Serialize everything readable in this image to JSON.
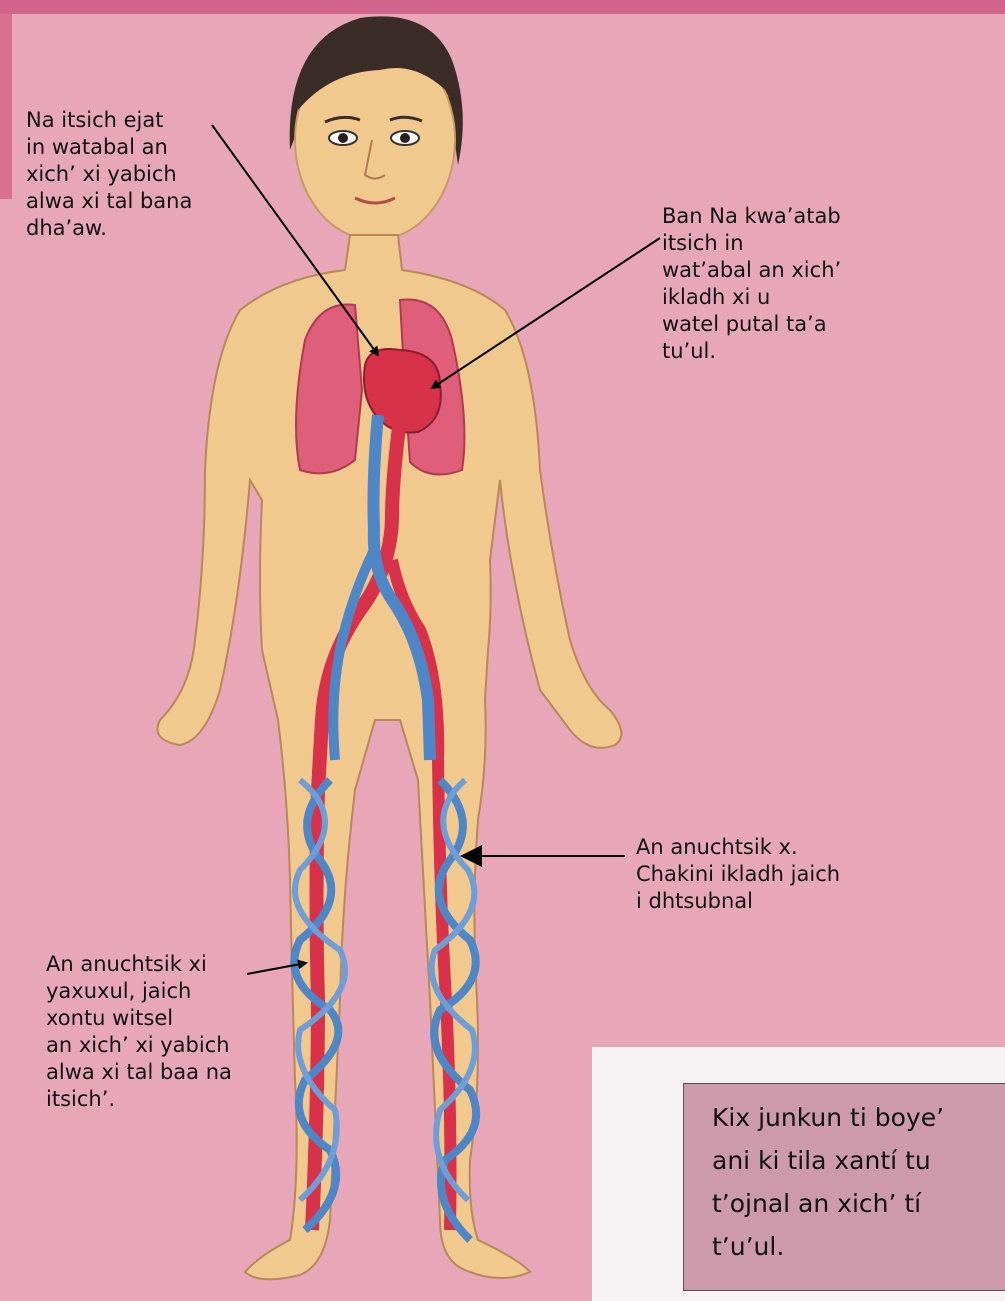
{
  "colors": {
    "background": "#e7a7b8",
    "skin": "#f1c88e",
    "artery": "#d8324a",
    "vein": "#4f86c6",
    "lung": "#df5f7a",
    "caption_box": "#cc9aaa"
  },
  "labels": {
    "heart_to_body": "Na itsich ejat\n in watabal an\n xich’ xi yabich\n alwa xi tal bana\n dha’aw.",
    "heart_pump": "Ban Na kwa’atab\n itsich in\n  wat’abal an xich’\n  ikladh xi u\n  watel putal ta’a\n  tu’ul.",
    "arteries": "An anuchtsik x.\nChakini ikladh jaich\ni dhtsubnal",
    "veins": "An anuchtsik xi\nyaxuxul, jaich\nxontu witsel\nan xich’ xi yabich\nalwa xi tal baa na\nitsich’."
  },
  "caption": "Kix junkun ti boye’\nani ki tila xantí tu\nt’ojnal an xich’ tí\nt’u’ul."
}
